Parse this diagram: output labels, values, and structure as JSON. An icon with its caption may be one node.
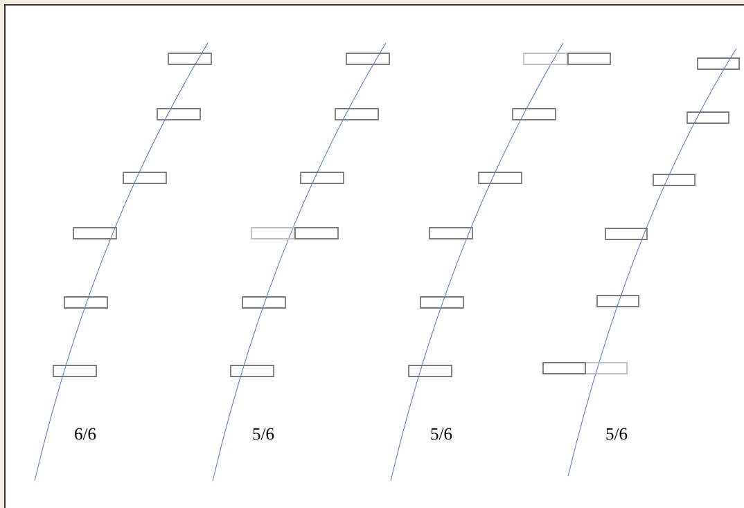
{
  "diagram": {
    "labels": [
      "6/6",
      "5/6",
      "5/6",
      "5/6"
    ]
  }
}
